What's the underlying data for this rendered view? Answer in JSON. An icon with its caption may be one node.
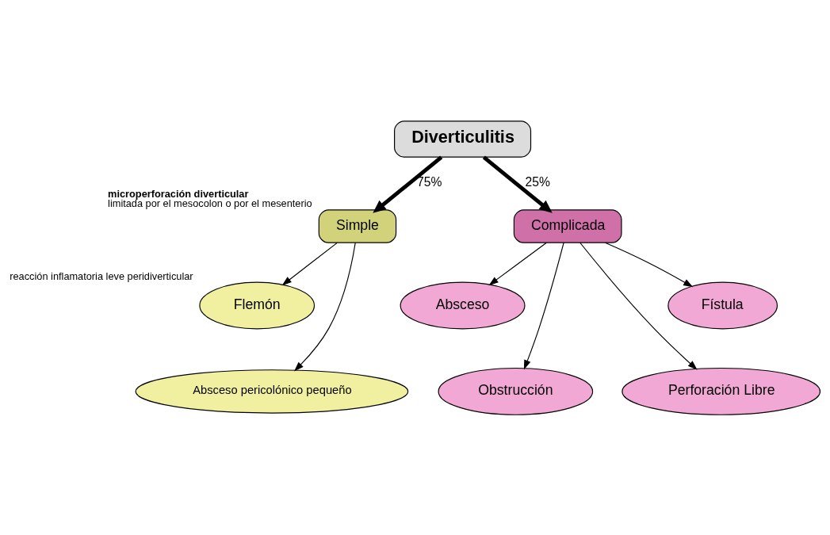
{
  "diagram": {
    "nodes": [
      {
        "text": [
          "Diverticulitis"
        ]
      },
      {
        "text": [
          "Simple"
        ],
        "beside": [
          "microperforación diverticular",
          "limitada por el mesocolon o por el mesenterio"
        ]
      },
      {
        "text": [
          "Complicada"
        ]
      },
      {
        "text": [
          "Flemón"
        ],
        "beside": [
          "reacción inflamatoria leve peridiverticular"
        ]
      },
      {
        "text": [
          "Absceso pericolónico pequeño"
        ]
      },
      {
        "text": [
          "Absceso"
        ]
      },
      {
        "text": [
          "Fístula"
        ]
      },
      {
        "text": [
          "Obstrucción"
        ]
      },
      {
        "text": [
          "Perforación Libre"
        ]
      }
    ],
    "edges": [
      {
        "from": 0,
        "to": 1,
        "arrow": "to",
        "label": "75%",
        "style": "thick"
      },
      {
        "from": 0,
        "to": 2,
        "arrow": "to",
        "label": "25%",
        "style": "thick"
      },
      {
        "from": 1,
        "to": 3,
        "arrow": "to"
      },
      {
        "from": 1,
        "to": 4,
        "arrow": "to"
      },
      {
        "from": 2,
        "to": 5,
        "arrow": "to"
      },
      {
        "from": 2,
        "to": 6,
        "arrow": "to"
      },
      {
        "from": 2,
        "to": 7,
        "arrow": "to"
      },
      {
        "from": 2,
        "to": 8,
        "arrow": "to"
      }
    ]
  }
}
